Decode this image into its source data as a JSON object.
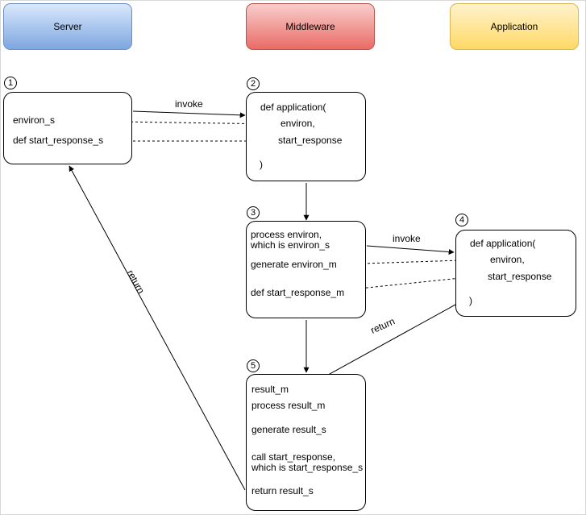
{
  "headers": {
    "server": "Server",
    "middleware": "Middleware",
    "application": "Application"
  },
  "steps": [
    "1",
    "2",
    "3",
    "4",
    "5"
  ],
  "server_box": {
    "environ": "environ_s",
    "start_response": "def start_response_s"
  },
  "middleware_app": {
    "def": "def application(",
    "environ": "environ,",
    "start_response": "start_response",
    "close": ")"
  },
  "middleware_process": {
    "line1": "process environ,",
    "line2": "which is environ_s",
    "line3": "generate environ_m",
    "line4": "def start_response_m"
  },
  "application_app": {
    "def": "def application(",
    "environ": "environ,",
    "start_response": "start_response",
    "close": ")"
  },
  "result_box": {
    "result": "result_m",
    "process": "process result_m",
    "generate": "generate result_s",
    "call1": "call start_response,",
    "call2": "which is start_response_s",
    "ret": "return result_s"
  },
  "edge_labels": {
    "invoke_1": "invoke",
    "invoke_2": "invoke",
    "return_1": "return",
    "return_2": "return"
  },
  "colors": {
    "server": "#7ea6e0",
    "middleware": "#ea6b66",
    "application": "#ffd966"
  }
}
